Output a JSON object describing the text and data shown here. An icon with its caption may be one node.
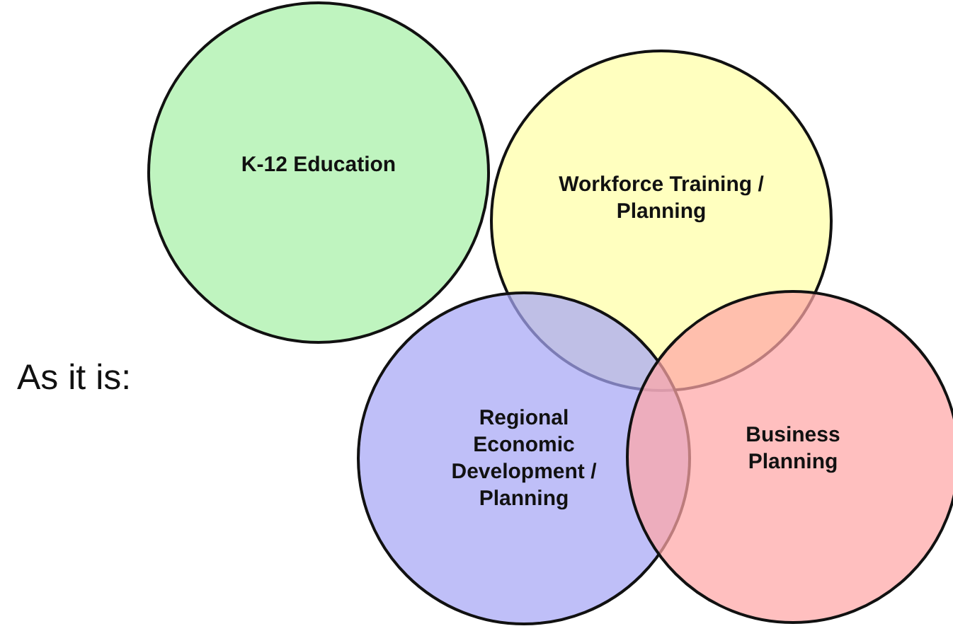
{
  "diagram": {
    "nodes": [
      {
        "text": [
          "K-12 Education"
        ]
      },
      {
        "text": [
          "Workforce Training / Planning"
        ]
      },
      {
        "text": [
          "Regional Economic Development / Planning"
        ]
      },
      {
        "text": [
          "Business Planning"
        ]
      }
    ],
    "labels": [
      "As it is:"
    ]
  }
}
